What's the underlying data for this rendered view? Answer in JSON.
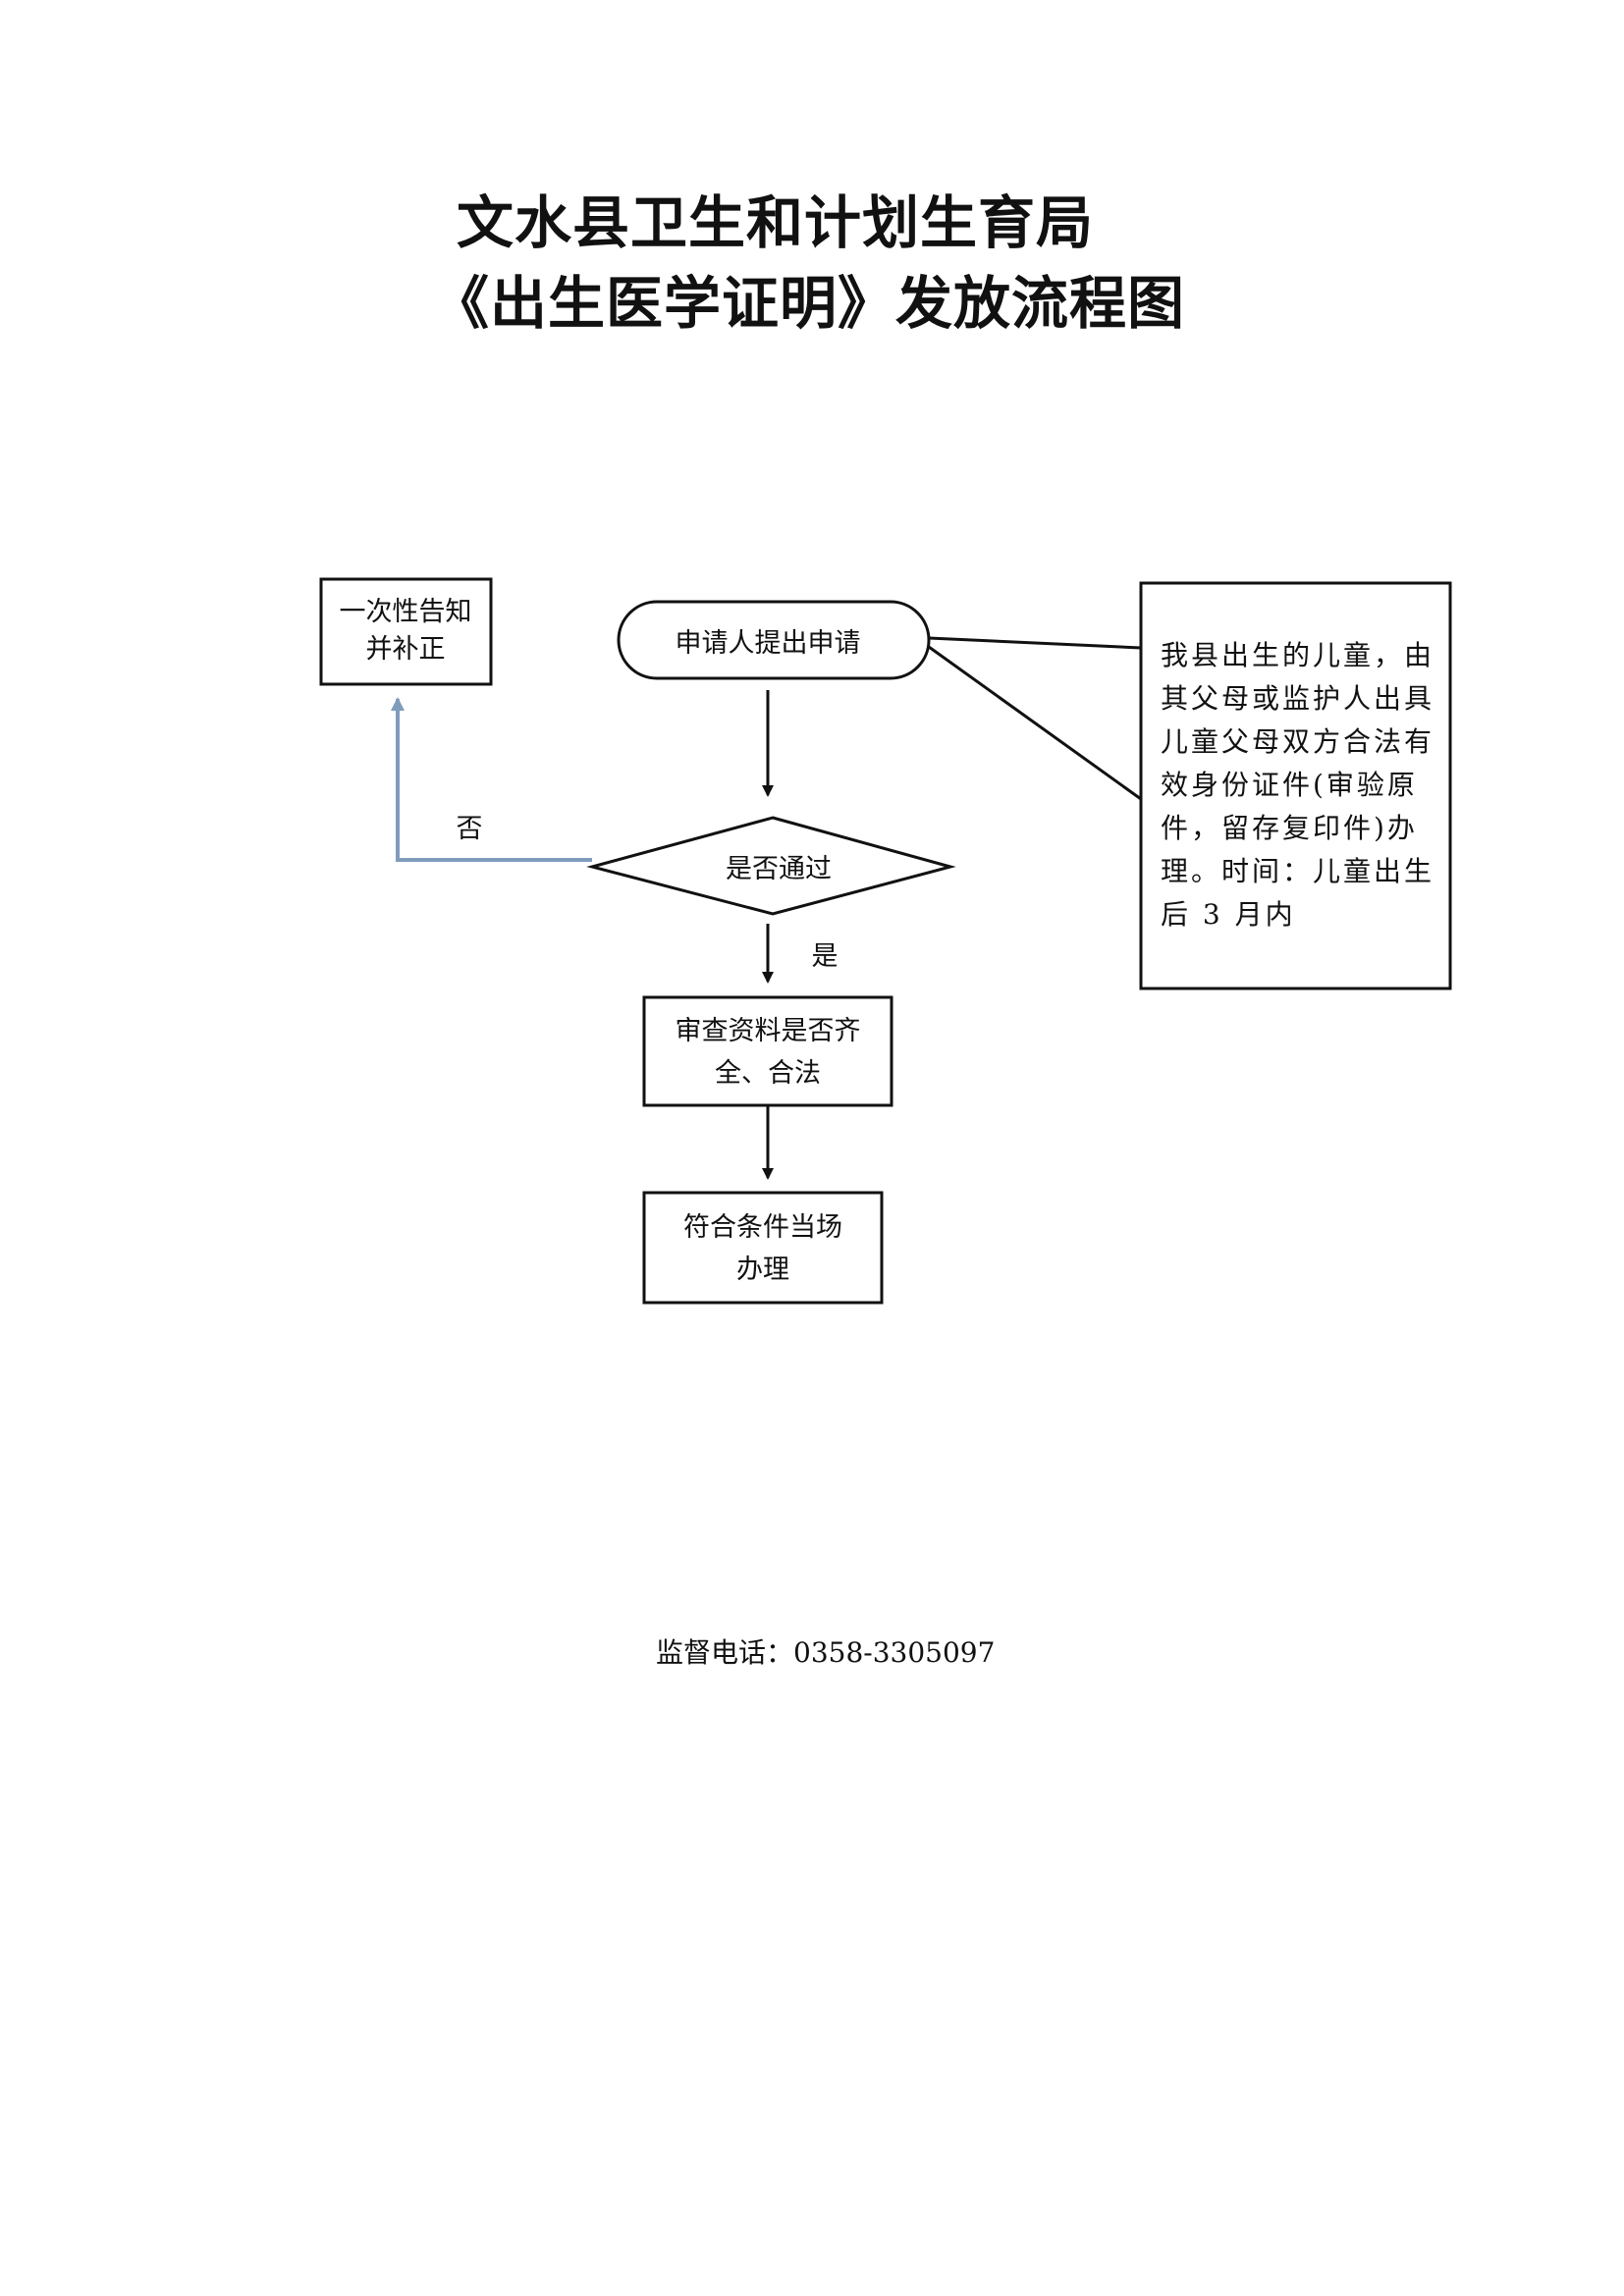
{
  "title": {
    "line1": "文水县卫生和计划生育局",
    "line2": "《出生医学证明》发放流程图"
  },
  "flow": {
    "start": "申请人提出申请",
    "decision": "是否通过",
    "no_label": "否",
    "yes_label": "是",
    "reject_line1": "一次性告知",
    "reject_line2": "并补正",
    "review_line1": "审查资料是否齐",
    "review_line2": "全、合法",
    "done_line1": "符合条件当场",
    "done_line2": "办理"
  },
  "note": {
    "lines": [
      "我县出生的儿童，由",
      "其父母或监护人出具",
      "儿童父母双方合法有",
      "效身份证件(审验原",
      "件，留存复印件)办",
      "理。时间：儿童出生",
      "后 3 月内"
    ]
  },
  "footer": {
    "phone": "监督电话：0358-3305097"
  },
  "colors": {
    "line": "#111111",
    "reject_arrow": "#7f9cbd"
  }
}
